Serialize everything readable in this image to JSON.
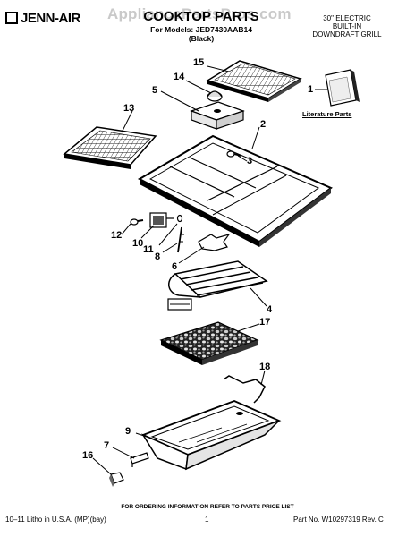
{
  "header": {
    "brand": "JENN-AIR",
    "title": "COOKTOP PARTS",
    "model_line": "For Models: JED7430AAB14",
    "color_line": "(Black)",
    "product_lines": [
      "30\" ELECTRIC",
      "BUILT-IN",
      "DOWNDRAFT GRILL"
    ]
  },
  "watermark": "AppliancePartsPros.com",
  "literature_label": "Literature Parts",
  "callouts": [
    "15",
    "14",
    "5",
    "13",
    "1",
    "2",
    "3",
    "12",
    "10",
    "11",
    "8",
    "6",
    "4",
    "17",
    "18",
    "9",
    "7",
    "16"
  ],
  "ordering_note": "FOR ORDERING INFORMATION REFER TO PARTS PRICE LIST",
  "footer": {
    "left": "10–11 Litho in U.S.A. (MP)(bay)",
    "center": "1",
    "right": "Part No. W10297319 Rev. C"
  }
}
